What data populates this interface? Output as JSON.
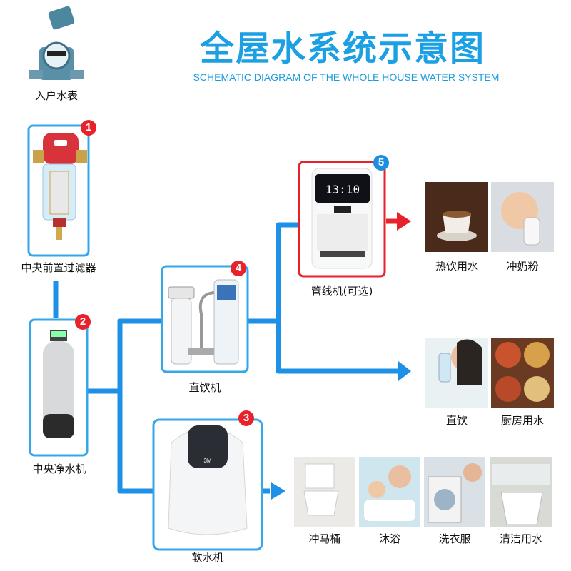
{
  "title": "全屋水系统示意图",
  "subtitle": "SCHEMATIC DIAGRAM OF THE WHOLE HOUSE WATER SYSTEM",
  "colors": {
    "pipe_blue": "#1e90e6",
    "accent_red": "#e8222a",
    "title_blue": "#1aa0e3"
  },
  "meter": {
    "label": "入户水表",
    "icon": "water-meter-icon"
  },
  "devices": [
    {
      "number": "1",
      "label": "中央前置过滤器",
      "icon": "prefilter-icon"
    },
    {
      "number": "2",
      "label": "中央净水机",
      "icon": "central-purifier-icon"
    },
    {
      "number": "3",
      "label": "软水机",
      "icon": "softener-icon"
    },
    {
      "number": "4",
      "label": "直饮机",
      "icon": "direct-drink-icon"
    },
    {
      "number": "5",
      "label": "管线机(可选)",
      "icon": "pipeline-dispenser-icon"
    }
  ],
  "uses": {
    "hot_drink": "热饮用水",
    "formula": "冲奶粉",
    "direct_drink": "直饮",
    "kitchen": "厨房用水",
    "toilet": "冲马桶",
    "bath": "沐浴",
    "laundry": "洗衣服",
    "cleaning": "清洁用水"
  },
  "dispenser_display": "13:10"
}
